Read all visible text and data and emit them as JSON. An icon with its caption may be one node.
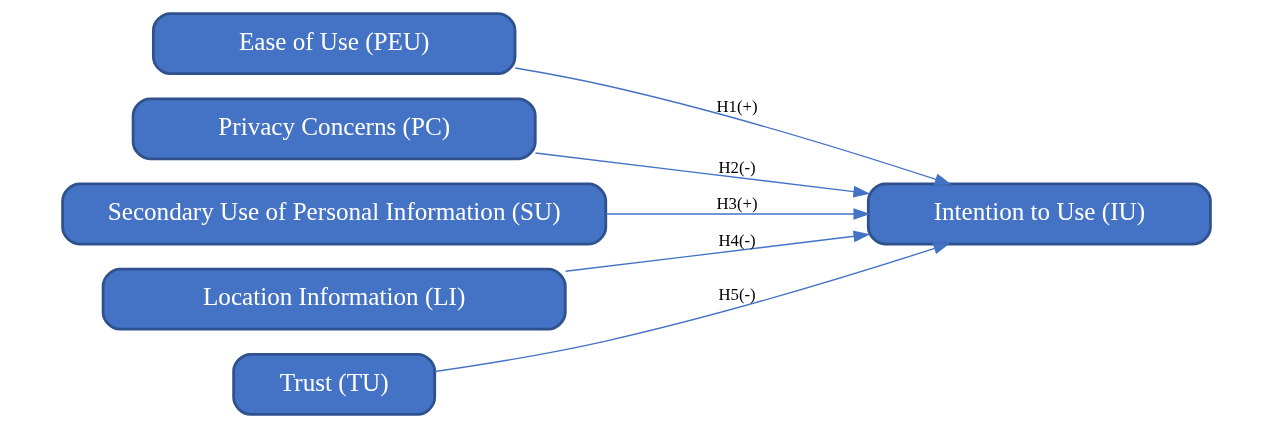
{
  "diagram": {
    "nodes": [
      {
        "text": [
          "Ease of Use (PEU)"
        ]
      },
      {
        "text": [
          "Privacy Concerns (PC)"
        ]
      },
      {
        "text": [
          "Secondary Use of Personal Information (SU)"
        ]
      },
      {
        "text": [
          "Location Information (LI)"
        ]
      },
      {
        "text": [
          "Trust (TU)"
        ]
      },
      {
        "text": [
          "Intention to Use (IU)"
        ]
      }
    ],
    "edges": [
      {
        "from": 0,
        "to": 5,
        "arrow": "to",
        "label": "H1(+)"
      },
      {
        "from": 1,
        "to": 5,
        "arrow": "to",
        "label": "H2(-)"
      },
      {
        "from": 2,
        "to": 5,
        "arrow": "to",
        "label": "H3(+)"
      },
      {
        "from": 3,
        "to": 5,
        "arrow": "to",
        "label": "H4(-)"
      },
      {
        "from": 4,
        "to": 5,
        "arrow": "to",
        "label": "H5(-)"
      }
    ]
  }
}
